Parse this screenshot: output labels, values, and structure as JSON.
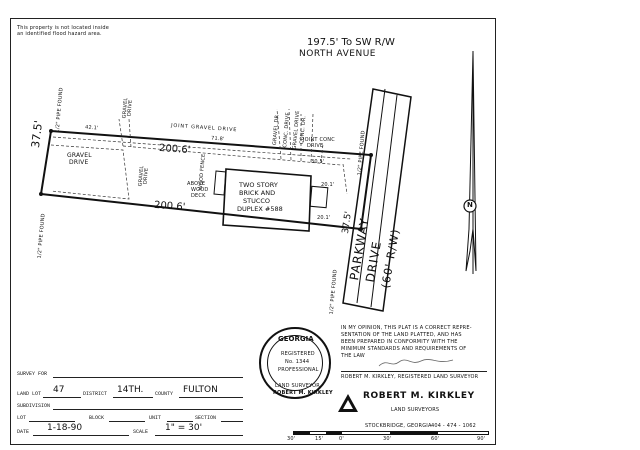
{
  "flood_note": [
    "This property is not located inside",
    "an identified flood hazard area."
  ],
  "header": {
    "line1": "197.5' To SW R/W",
    "line2": "NORTH AVENUE"
  },
  "plot": {
    "front_dim": "37.5'",
    "side_dim_top": "200.6'",
    "side_dim_bottom": "200.6'",
    "seg_42": "42.1'",
    "seg_71": "71.8'",
    "joint_gravel_drive": "JOINT GRAVEL DRIVE",
    "gravel_drive_left": [
      "GRAVEL",
      "DRIVE"
    ],
    "gravel_drive_small": [
      "GRAVEL",
      "DRIVE"
    ],
    "gravel_drive_top": [
      "GRAVEL",
      "DRIVE"
    ],
    "gravel_drive_mid": [
      "GRAVEL",
      "DRIVE"
    ],
    "wood_fence": "WOOD FENCE",
    "above_wood_deck": [
      "ABOVE",
      "WOOD",
      "DECK"
    ],
    "house": [
      "TWO STORY",
      "BRICK AND",
      "STUCCO",
      "DUPLEX #588"
    ],
    "gravel_dr": "GRAVEL DR",
    "conc_drive": "CONC. DRIVE",
    "gravel_drive_r": "GRAVEL DRIVE",
    "conc_dr": "CONC. DR.",
    "joint_conc_drive": [
      "JOINT CONC",
      "DRIVE"
    ],
    "pipe_found_tl": "1/2\" PIPE FOUND",
    "pipe_found_bl": "1/2\" PIPE FOUND",
    "pipe_found_tr": "1/2\" PIPE FOUND",
    "pipe_found_br": "1/2\" PIPE FOUND",
    "dim_30": "30.5'",
    "dim_20a": "20.1'",
    "dim_20b": "20.1'",
    "dim_street": "37.5'",
    "street": [
      "PARKWAY",
      "DRIVE",
      "(60' R/W)"
    ],
    "north": "N"
  },
  "opinion": [
    "IN MY OPINION, THIS PLAT IS A CORRECT REPRE-",
    "SENTATION OF THE LAND PLATTED, AND HAS",
    "BEEN PREPARED IN CONFORMITY WITH THE",
    "MINIMUM STANDARDS AND REQUIREMENTS OF",
    "THE LAW"
  ],
  "seal": {
    "top": "GEORGIA",
    "line1": "REGISTERED",
    "line2": "No. 1344",
    "line3": "PROFESSIONAL",
    "bottom": "LAND SURVEYOR",
    "name": "ROBERT M. KIRKLEY"
  },
  "surveyor": {
    "reg_line": "ROBERT M. KIRKLEY, REGISTERED LAND SURVEYOR",
    "name": "ROBERT M. KIRKLEY",
    "title": "LAND SURVEYORS",
    "city": "STOCKBRIDGE, GEORGIA",
    "phone": "404 - 474 - 1062"
  },
  "form": {
    "survey_for_label": "SURVEY FOR",
    "land_lot_label": "LAND LOT",
    "land_lot": "47",
    "district_label": "DISTRICT",
    "district": "14TH.",
    "county_label": "COUNTY",
    "county": "FULTON",
    "subdivision_label": "SUBDIVISION",
    "lot_label": "LOT",
    "block_label": "BLOCK",
    "unit_label": "UNIT",
    "section_label": "SECTION",
    "date_label": "DATE",
    "date": "1-18-90",
    "scale_label": "SCALE",
    "scale": "1\" = 30'"
  },
  "scalebar": [
    "30'",
    "15'",
    "0'",
    "30'",
    "60'",
    "90'"
  ]
}
